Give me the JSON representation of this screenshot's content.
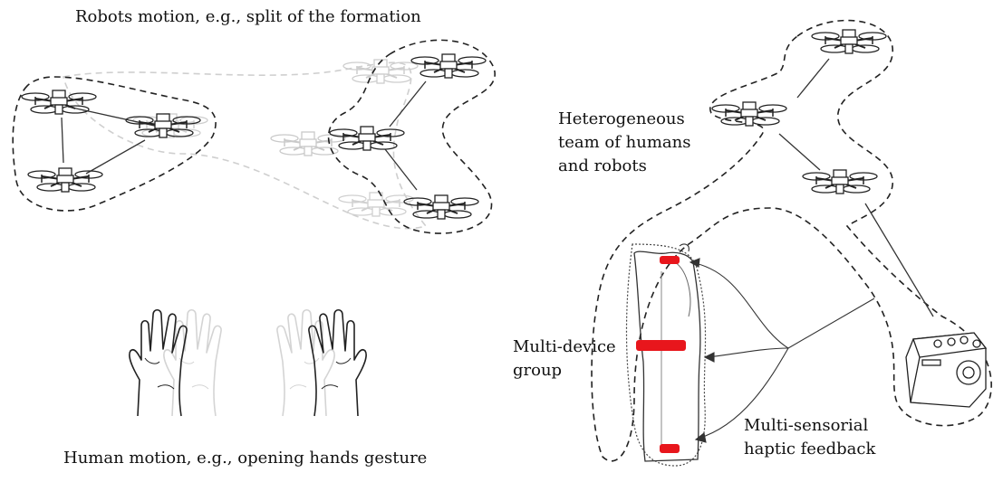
{
  "left_panel": {
    "top_caption": "Robots motion, e.g., split of the formation",
    "bottom_caption": "Human motion, e.g., opening hands gesture"
  },
  "right_panel": {
    "team_label": "Heterogeneous\nteam of humans\nand robots",
    "group_label": "Multi-device\ngroup",
    "feedback_label": "Multi-sensorial\nhaptic feedback"
  },
  "colors": {
    "stroke": "#222222",
    "ghost": "#c8c8c8",
    "band": "#e8161c"
  },
  "icons": [
    "quadrotor-drone-icon",
    "open-hand-icon",
    "human-figure-icon",
    "ground-robot-icon"
  ]
}
